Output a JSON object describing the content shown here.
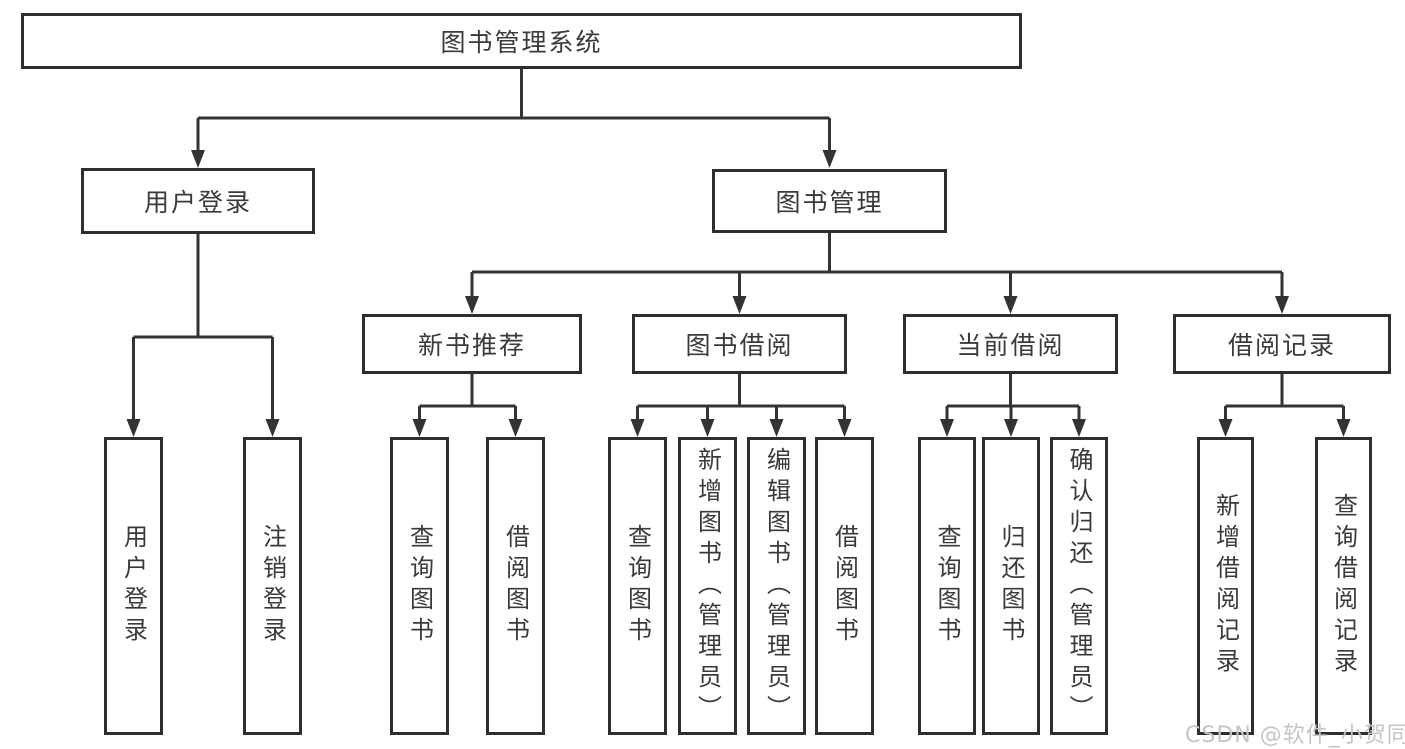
{
  "root": {
    "label": "图书管理系统"
  },
  "level2": {
    "user_login": {
      "label": "用户登录",
      "children": [
        "用户登录",
        "注销登录"
      ]
    },
    "book_management": {
      "label": "图书管理"
    }
  },
  "level3": [
    {
      "label": "新书推荐",
      "children": [
        "查询图书",
        "借阅图书"
      ]
    },
    {
      "label": "图书借阅",
      "children": [
        "查询图书",
        "新增图书（管理员）",
        "编辑图书（管理员）",
        "借阅图书"
      ]
    },
    {
      "label": "当前借阅",
      "children": [
        "查询图书",
        "归还图书",
        "确认归还（管理员）"
      ]
    },
    {
      "label": "借阅记录",
      "children": [
        "新增借阅记录",
        "查询借阅记录"
      ]
    }
  ],
  "watermark": "CSDN @软件_小贺同学",
  "colors": {
    "line": "#333333",
    "node_border": "#2e2e2e",
    "text": "#3a3a3a",
    "watermark": "#cbc3c3",
    "background": "#ffffff"
  }
}
